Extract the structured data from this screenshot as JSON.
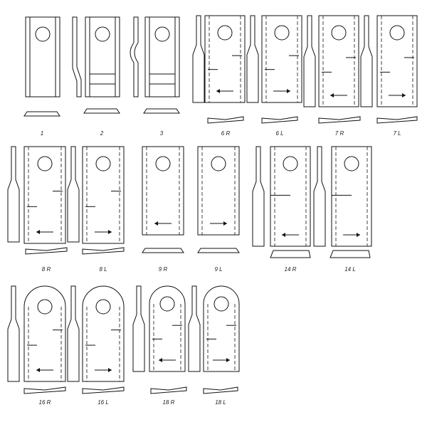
{
  "diagram": {
    "blades": [
      {
        "label": "1",
        "kind": "plain",
        "arrow": "none",
        "rounded": false
      },
      {
        "label": "2",
        "kind": "offset",
        "arrow": "none",
        "rounded": false
      },
      {
        "label": "3",
        "kind": "curved",
        "arrow": "none",
        "rounded": false
      },
      {
        "label": "6 R",
        "kind": "twisted",
        "arrow": "left",
        "rounded": false
      },
      {
        "label": "6 L",
        "kind": "twisted",
        "arrow": "right",
        "rounded": false
      },
      {
        "label": "7 R",
        "kind": "twisted",
        "arrow": "left",
        "rounded": false
      },
      {
        "label": "7 L",
        "kind": "twisted",
        "arrow": "right",
        "rounded": false
      },
      {
        "label": "8 R",
        "kind": "twisted",
        "arrow": "left",
        "rounded": false
      },
      {
        "label": "8 L",
        "kind": "twisted",
        "arrow": "right",
        "rounded": false
      },
      {
        "label": "9 R",
        "kind": "flat",
        "arrow": "left",
        "rounded": false
      },
      {
        "label": "9 L",
        "kind": "flat",
        "arrow": "right",
        "rounded": false
      },
      {
        "label": "14 R",
        "kind": "stepped",
        "arrow": "left",
        "rounded": false
      },
      {
        "label": "14 L",
        "kind": "stepped",
        "arrow": "right",
        "rounded": false
      },
      {
        "label": "16 R",
        "kind": "twisted",
        "arrow": "left",
        "rounded": true
      },
      {
        "label": "16 L",
        "kind": "twisted",
        "arrow": "right",
        "rounded": true
      },
      {
        "label": "18 R",
        "kind": "twisted",
        "arrow": "left",
        "rounded": true
      },
      {
        "label": "18 L",
        "kind": "twisted",
        "arrow": "right",
        "rounded": true
      }
    ]
  }
}
